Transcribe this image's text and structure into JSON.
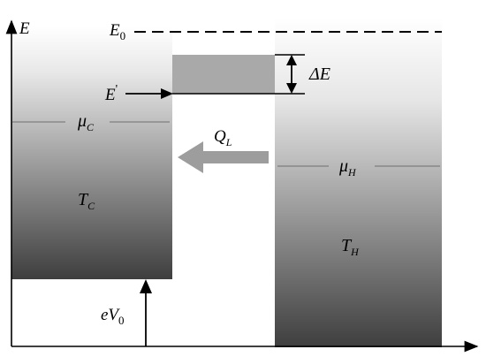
{
  "axis": {
    "y_label": "E"
  },
  "levels": {
    "vacuum": {
      "symbol": "E",
      "subscript": "0"
    },
    "injection": {
      "symbol": "E",
      "superscript": "'"
    }
  },
  "gap": {
    "symbol": "ΔE"
  },
  "cold_reservoir": {
    "mu_symbol": "μ",
    "mu_subscript": "C",
    "t_symbol": "T",
    "t_subscript": "C"
  },
  "hot_reservoir": {
    "mu_symbol": "μ",
    "mu_subscript": "H",
    "t_symbol": "T",
    "t_subscript": "H"
  },
  "heat_flow": {
    "symbol": "Q",
    "subscript": "L"
  },
  "bias": {
    "symbol": "eV",
    "subscript": "0"
  },
  "colors": {
    "reservoir_top": "#ffffff",
    "reservoir_bottom": "#3e3e3e",
    "filter_box": "#a9a9a9",
    "heat_arrow": "#9d9d9d",
    "line": "#000000",
    "level_line": "#555555"
  }
}
